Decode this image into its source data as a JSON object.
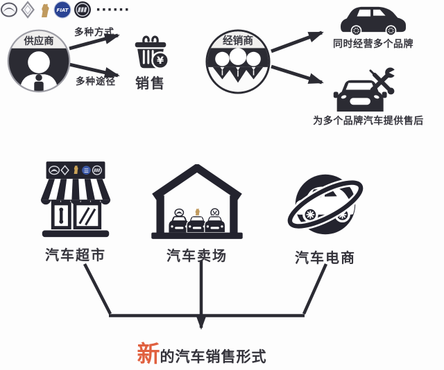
{
  "colors": {
    "ink": "#2b2b33",
    "accent_red": "#e0603f",
    "fiat_blue": "#2a4494",
    "peugeot_gold": "#c09a5e",
    "silver": "#8d8d96",
    "light_band": "#f0efee"
  },
  "supplier": {
    "label": "供应商",
    "method_top": "多种方式",
    "method_bottom": "多种途径"
  },
  "sales": {
    "caption": "销售",
    "currency_symbol": "¥"
  },
  "dealer": {
    "label": "经销商"
  },
  "multi_brand": {
    "caption": "同时经营多个品牌"
  },
  "brands": [
    {
      "name": "Mazda"
    },
    {
      "name": "Renault"
    },
    {
      "name": "Peugeot"
    },
    {
      "name": "FIAT",
      "abbr": "FIAT"
    },
    {
      "name": "Buick"
    }
  ],
  "brands_ellipsis": "······",
  "aftersales": {
    "caption": "为多个品牌汽车提供售后"
  },
  "channels": [
    {
      "label": "汽车超市"
    },
    {
      "label": "汽车卖场"
    },
    {
      "label": "汽车电商"
    }
  ],
  "conclusion": {
    "highlight": "新",
    "rest": "的汽车销售形式"
  }
}
